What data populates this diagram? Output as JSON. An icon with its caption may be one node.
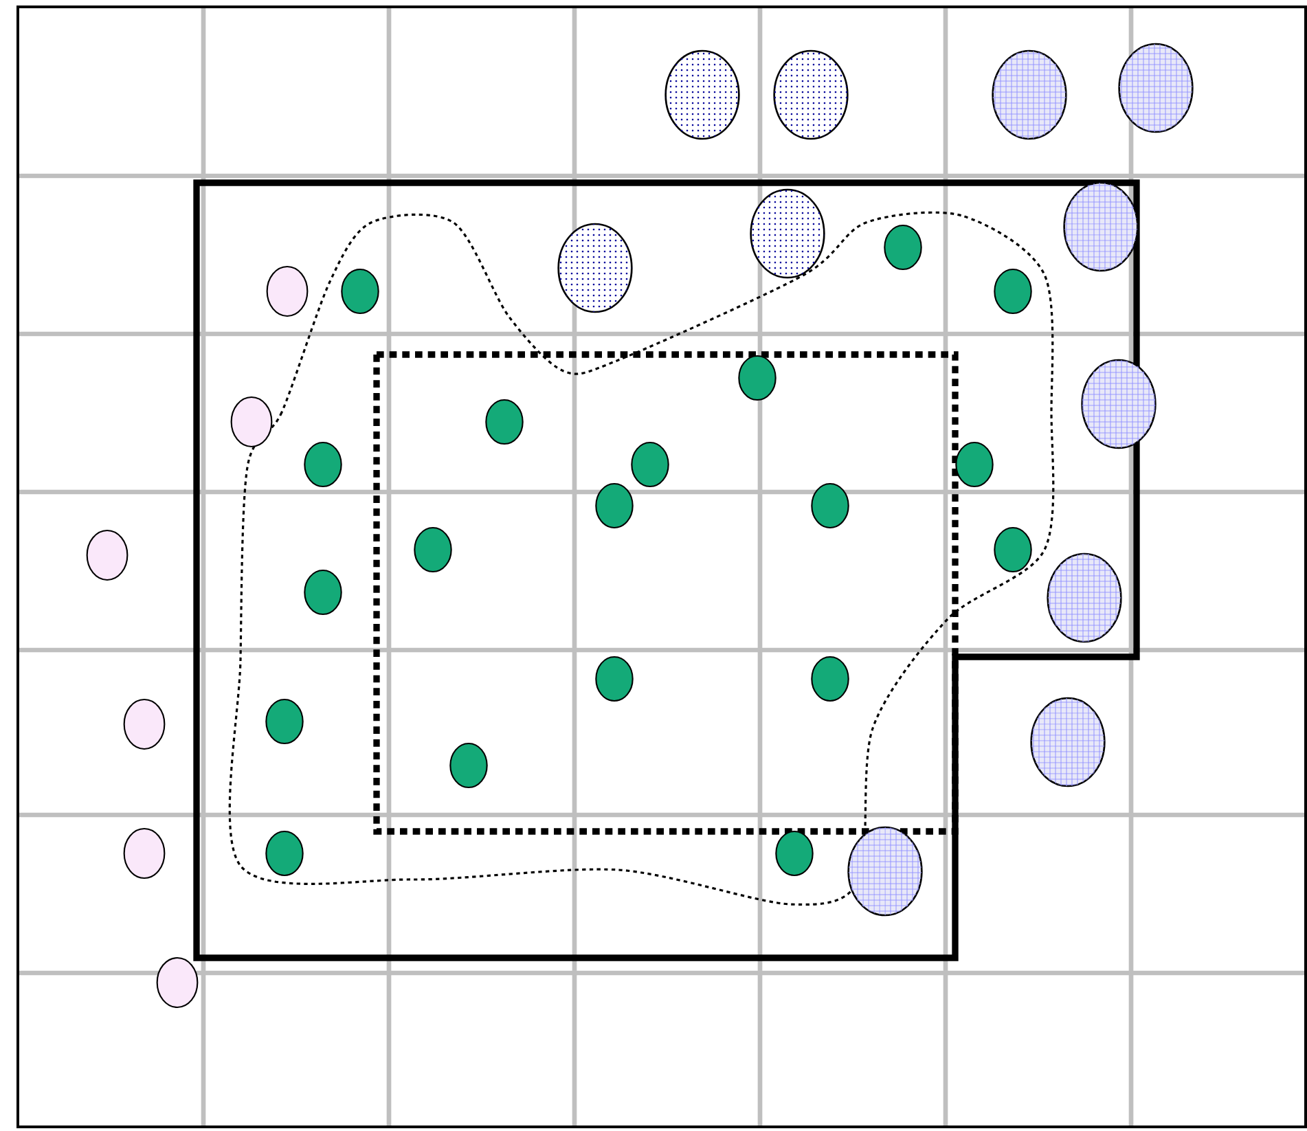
{
  "diagram": {
    "nodes": [
      {
        "text": [],
        "shape": "circle"
      },
      {
        "text": [],
        "shape": "circle"
      },
      {
        "text": [],
        "shape": "circle"
      },
      {
        "text": [],
        "shape": "circle"
      },
      {
        "text": [],
        "shape": "circle"
      },
      {
        "text": [],
        "shape": "circle"
      },
      {
        "text": [],
        "shape": "circle"
      },
      {
        "text": [],
        "shape": "circle"
      },
      {
        "text": [],
        "shape": "circle"
      },
      {
        "text": [],
        "shape": "circle"
      },
      {
        "text": [],
        "shape": "circle"
      },
      {
        "text": [],
        "shape": "circle"
      },
      {
        "text": [],
        "shape": "circle"
      },
      {
        "text": [],
        "shape": "circle"
      },
      {
        "text": [],
        "shape": "circle"
      },
      {
        "text": [],
        "shape": "circle"
      },
      {
        "text": [],
        "shape": "circle"
      },
      {
        "text": [],
        "shape": "circle"
      },
      {
        "text": [],
        "shape": "circle"
      },
      {
        "text": [],
        "shape": "circle"
      },
      {
        "text": [],
        "shape": "circle"
      },
      {
        "text": [],
        "shape": "circle"
      },
      {
        "text": [],
        "shape": "circle"
      },
      {
        "text": [],
        "shape": "circle"
      },
      {
        "text": [],
        "shape": "circle"
      },
      {
        "text": [],
        "shape": "circle"
      },
      {
        "text": [],
        "shape": "circle"
      },
      {
        "text": [],
        "shape": "circle"
      },
      {
        "text": [],
        "shape": "circle"
      },
      {
        "text": [],
        "shape": "circle"
      },
      {
        "text": [],
        "shape": "circle"
      },
      {
        "text": [],
        "shape": "circle"
      },
      {
        "text": [],
        "shape": "circle"
      },
      {
        "text": [],
        "shape": "circle"
      },
      {
        "text": [],
        "shape": "circle"
      },
      {
        "text": [],
        "shape": "circle"
      }
    ]
  }
}
